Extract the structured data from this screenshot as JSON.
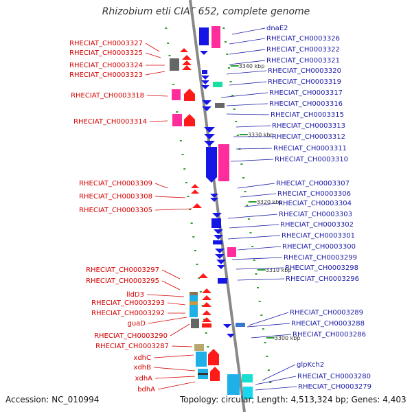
{
  "title": "Rhizobium etli CIAT 652, complete genome",
  "footer": {
    "accession": "Accession: NC_010994",
    "stats": "Topology: circular; Length: 4,513,324 bp; Genes: 4,403"
  },
  "ruler_labels": [
    "3340 kbp",
    "3330 kbp",
    "3320 kbp",
    "3310 kbp",
    "3300 kbp"
  ],
  "colors": {
    "forward_label": "#d40000",
    "reverse_label": "#1a1aa6",
    "backbone": "#888888"
  },
  "forward_genes": [
    "RHECIAT_CH0003327",
    "RHECIAT_CH0003325",
    "RHECIAT_CH0003324",
    "RHECIAT_CH0003323",
    "RHECIAT_CH0003318",
    "RHECIAT_CH0003314",
    "RHECIAT_CH0003309",
    "RHECIAT_CH0003308",
    "RHECIAT_CH0003305",
    "RHECIAT_CH0003297",
    "RHECIAT_CH0003295",
    "lldD3",
    "RHECIAT_CH0003293",
    "RHECIAT_CH0003292",
    "guaD",
    "RHECIAT_CH0003290",
    "RHECIAT_CH0003287",
    "xdhC",
    "xdhB",
    "xdhA",
    "bdhA"
  ],
  "reverse_genes": [
    "dnaE2",
    "RHECIAT_CH0003326",
    "RHECIAT_CH0003322",
    "RHECIAT_CH0003321",
    "RHECIAT_CH0003320",
    "RHECIAT_CH0003319",
    "RHECIAT_CH0003317",
    "RHECIAT_CH0003316",
    "RHECIAT_CH0003315",
    "RHECIAT_CH0003313",
    "RHECIAT_CH0003312",
    "RHECIAT_CH0003311",
    "RHECIAT_CH0003310",
    "RHECIAT_CH0003307",
    "RHECIAT_CH0003306",
    "RHECIAT_CH0003304",
    "RHECIAT_CH0003303",
    "RHECIAT_CH0003302",
    "RHECIAT_CH0003301",
    "RHECIAT_CH0003300",
    "RHECIAT_CH0003299",
    "RHECIAT_CH0003298",
    "RHECIAT_CH0003296",
    "RHECIAT_CH0003289",
    "RHECIAT_CH0003288",
    "RHECIAT_CH0003286",
    "glpKch2",
    "RHECIAT_CH0003280",
    "RHECIAT_CH0003279"
  ]
}
